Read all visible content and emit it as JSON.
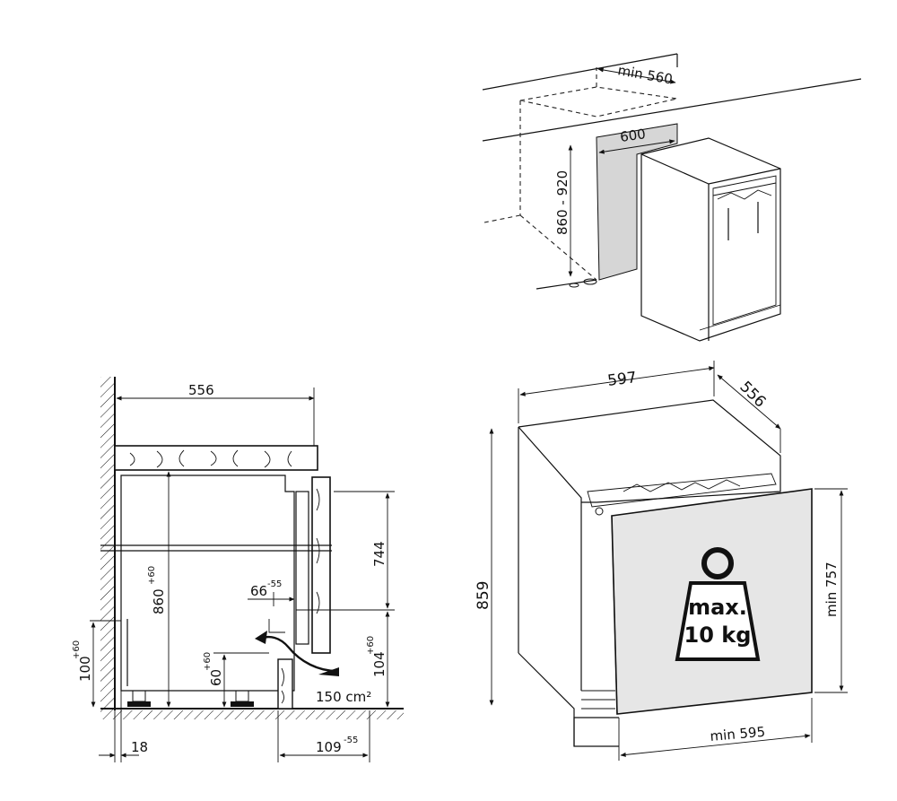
{
  "top_view": {
    "label_min_width": "min 560",
    "label_width": "600",
    "label_height": "860 - 920"
  },
  "side_view": {
    "label_depth": "556",
    "label_height": "860",
    "label_height_tol": "+60",
    "label_door": "744",
    "label_gap": "66",
    "label_gap_tol": "-55",
    "label_plinth_left": "100",
    "label_plinth_left_tol": "+60",
    "label_plinth_mid": "60",
    "label_plinth_mid_tol": "+60",
    "label_plinth_right": "104",
    "label_plinth_right_tol": "+60",
    "label_vent": "150 cm²",
    "label_wall": "18",
    "label_back": "109",
    "label_back_tol": "-55"
  },
  "front_view": {
    "label_width": "597",
    "label_depth": "556",
    "label_height": "859",
    "label_door_height": "min 757",
    "label_min_width": "min 595",
    "weight_line1": "max.",
    "weight_line2": "10 kg"
  },
  "colors": {
    "line": "#111111",
    "door_fill": "#e6e6e6",
    "niche_fill": "#d6d6d6"
  }
}
